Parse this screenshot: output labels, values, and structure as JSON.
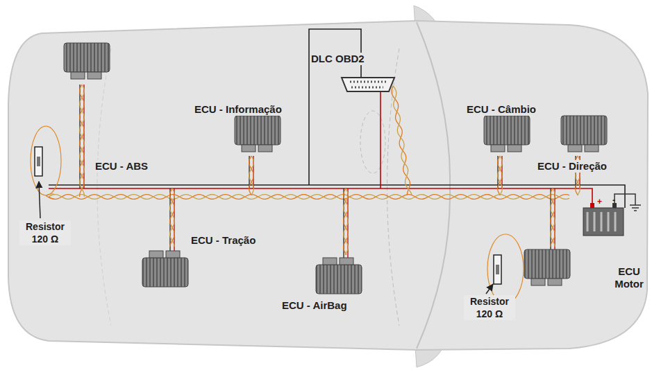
{
  "diagram": {
    "nodes": [
      {
        "text": [
          "ECU - ABS"
        ]
      },
      {
        "text": [
          "ECU - Informação"
        ]
      },
      {
        "text": [
          "DLC OBD2"
        ]
      },
      {
        "text": [
          "ECU - Câmbio"
        ]
      },
      {
        "text": [
          "ECU - Direção"
        ]
      },
      {
        "text": [
          "ECU - Tração"
        ]
      },
      {
        "text": [
          "ECU - AirBag"
        ]
      },
      {
        "text": [
          "ECU Motor"
        ]
      }
    ],
    "labels": [
      "Resistor 120 Ω",
      "Resistor 120 Ω",
      "+",
      "-"
    ]
  }
}
